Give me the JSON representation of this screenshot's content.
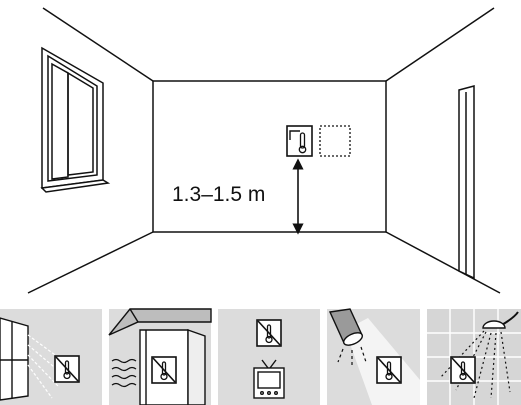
{
  "room": {
    "mount_height_label": "1.3–1.5 m"
  },
  "icons": {
    "thermostat": "thermostat-icon",
    "alternate_position": "dotted-square-outline",
    "measure": "double-arrow-vertical"
  },
  "placement_panels": [
    {
      "id": "window-sun",
      "icon": "window-sunlight-icon",
      "crossed": true
    },
    {
      "id": "door-draft",
      "icon": "door-draft-icon",
      "crossed": true
    },
    {
      "id": "above-tv",
      "icon": "television-icon",
      "crossed": true
    },
    {
      "id": "under-lamp",
      "icon": "spotlight-icon",
      "crossed": true
    },
    {
      "id": "near-shower",
      "icon": "shower-icon",
      "crossed": true
    }
  ],
  "colors": {
    "line": "#111111",
    "panel_bg": "#d9d9d9",
    "panel_inner": "#ececec",
    "white": "#ffffff"
  }
}
